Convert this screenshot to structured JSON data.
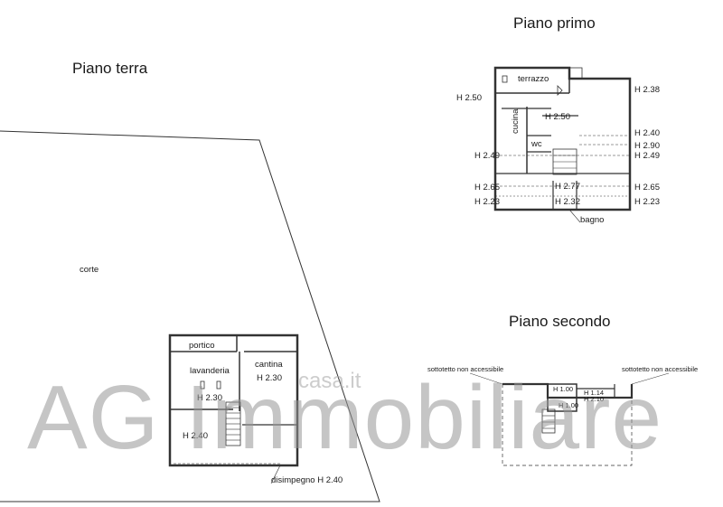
{
  "plans": {
    "ground": {
      "title": "Piano terra",
      "rooms": {
        "corte": "corte",
        "portico": "portico",
        "lavanderia": "lavanderia",
        "lavanderia_h": "H 2.30",
        "cantina": "cantina",
        "cantina_h": "H 2.30",
        "room_h": "H 2.40",
        "disimpegno": "disimpegno H 2.40"
      }
    },
    "first": {
      "title": "Piano primo",
      "rooms": {
        "terrazzo": "terrazzo",
        "cucina": "cucina",
        "wc": "wc",
        "bagno": "bagno",
        "center_h": "H 2.50",
        "mid_h": "H 2.77",
        "bottom_h": "H 2.32"
      },
      "heights_left": [
        "H 2.50",
        "H 2.49",
        "H 2.65",
        "H 2.23"
      ],
      "heights_right": [
        "H 2.38",
        "H 2.40",
        "H 2.90",
        "H 2.49",
        "H 2.65",
        "H 2.23"
      ]
    },
    "second": {
      "title": "Piano secondo",
      "labels": {
        "left": "sottotetto non accessibile",
        "right": "sottotetto non accessibile",
        "h1": "H 1.00",
        "h2": "H 1.14",
        "h3": "H 2.10",
        "h4": "H 1.00"
      }
    }
  },
  "watermark": {
    "text": "AG Immobiliare",
    "logo": "casa.it"
  }
}
